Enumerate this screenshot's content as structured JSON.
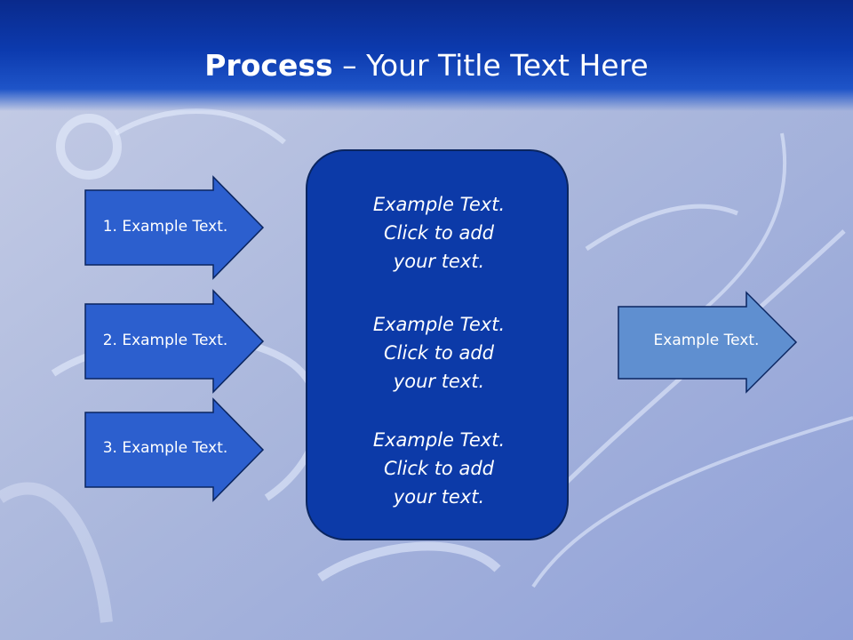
{
  "slide": {
    "title_bold": "Process",
    "title_rest": " – Your Title Text Here"
  },
  "input_arrows": [
    {
      "label": "1. Example Text."
    },
    {
      "label": "2. Example Text."
    },
    {
      "label": "3. Example Text."
    }
  ],
  "center_box": {
    "blocks": [
      {
        "lines": [
          "Example Text.",
          "Click  to add",
          "your text."
        ]
      },
      {
        "lines": [
          "Example Text.",
          "Click  to add",
          "your text."
        ]
      },
      {
        "lines": [
          "Example Text.",
          "Click  to add",
          "your text."
        ]
      }
    ]
  },
  "output_arrow": {
    "label": "Example Text."
  },
  "colors": {
    "header": "#0c3aae",
    "input_arrow_fill": "#2c5fce",
    "center_fill": "#0c3aa8",
    "output_arrow_fill": "#5f8fd0",
    "shape_border": "#0a2560"
  }
}
